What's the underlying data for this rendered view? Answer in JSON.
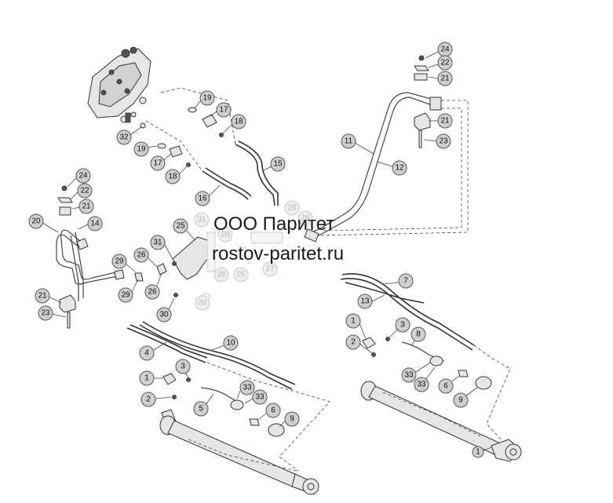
{
  "watermark": {
    "company": "ООО Паритет",
    "website": "rostov-paritet.ru"
  },
  "callouts": [
    "1",
    "2",
    "3",
    "4",
    "5",
    "6",
    "7",
    "8",
    "9",
    "10",
    "11",
    "12",
    "13",
    "14",
    "15",
    "16",
    "17",
    "18",
    "19",
    "20",
    "21",
    "22",
    "23",
    "24",
    "25",
    "26",
    "27",
    "28",
    "29",
    "30",
    "31",
    "32",
    "33"
  ],
  "colors": {
    "callout_fill": "#cfcfcf",
    "line": "#333333",
    "faded": "#cccccc"
  }
}
